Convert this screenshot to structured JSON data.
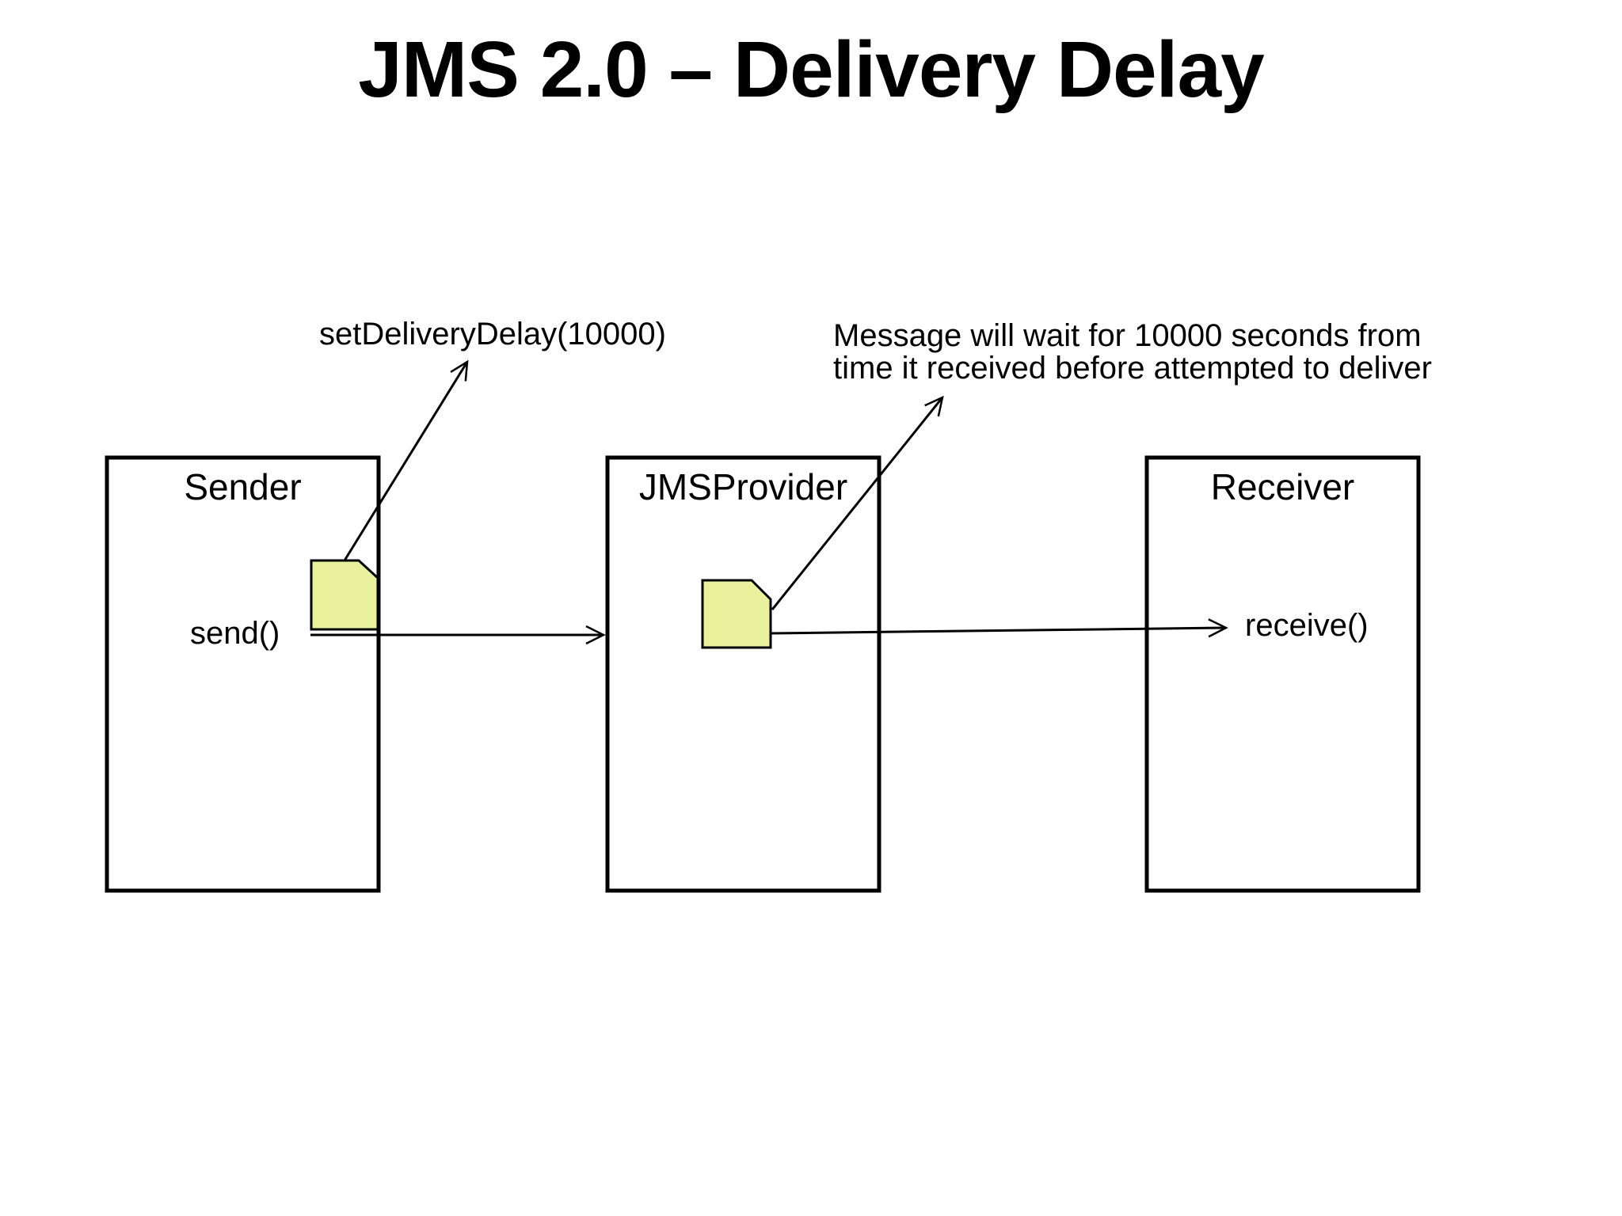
{
  "title": "JMS 2.0 – Delivery Delay",
  "diagram": {
    "boxes": {
      "sender": {
        "label": "Sender",
        "method": "send()"
      },
      "jms_provider": {
        "label": "JMSProvider"
      },
      "receiver": {
        "label": "Receiver",
        "method": "receive()"
      }
    },
    "annotations": {
      "set_delivery_delay": "setDeliveryDelay(10000)",
      "message_wait_line1": "Message will wait for 10000 seconds from",
      "message_wait_line2": "time it received before attempted to deliver"
    },
    "icons": {
      "sender_note": "message-note-icon",
      "provider_note": "message-note-icon"
    }
  },
  "colors": {
    "background": "#ffffff",
    "box_fill": "#ffffff",
    "box_stroke": "#000000",
    "note_fill": "#e9f19d",
    "note_stroke": "#000000",
    "arrow": "#000000",
    "text": "#000000"
  }
}
